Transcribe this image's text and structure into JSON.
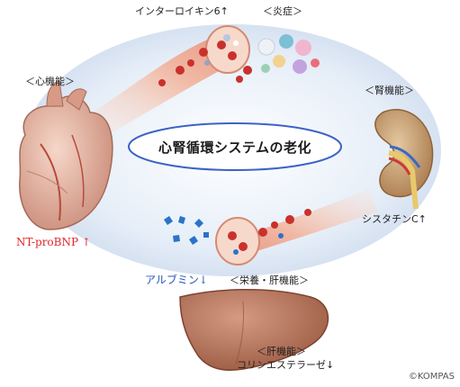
{
  "center": {
    "title": "心腎循環システムの老化"
  },
  "labels": {
    "interleukin": "インターロイキン6↑",
    "inflammation": "＜炎症＞",
    "heart": "＜心機能＞",
    "kidney": "＜腎機能＞",
    "ntprobnp": "NT-proBNP ↑",
    "cystatin": "シスタチンC↑",
    "albumin": "アルブミン↓",
    "nutrition": "＜栄養・肝機能＞",
    "liver": "＜肝機能＞",
    "cholinesterase": "コリンエステラーゼ↓"
  },
  "copyright": "©KOMPAS",
  "colors": {
    "ring": "#dfe9f7",
    "vessel": "#e9a08c",
    "heart": "#e7b3a2",
    "kidney": "#c99d6c",
    "liver": "#b36d52",
    "ntprobnp": "#e0262a",
    "albumin": "#2a55b8"
  }
}
